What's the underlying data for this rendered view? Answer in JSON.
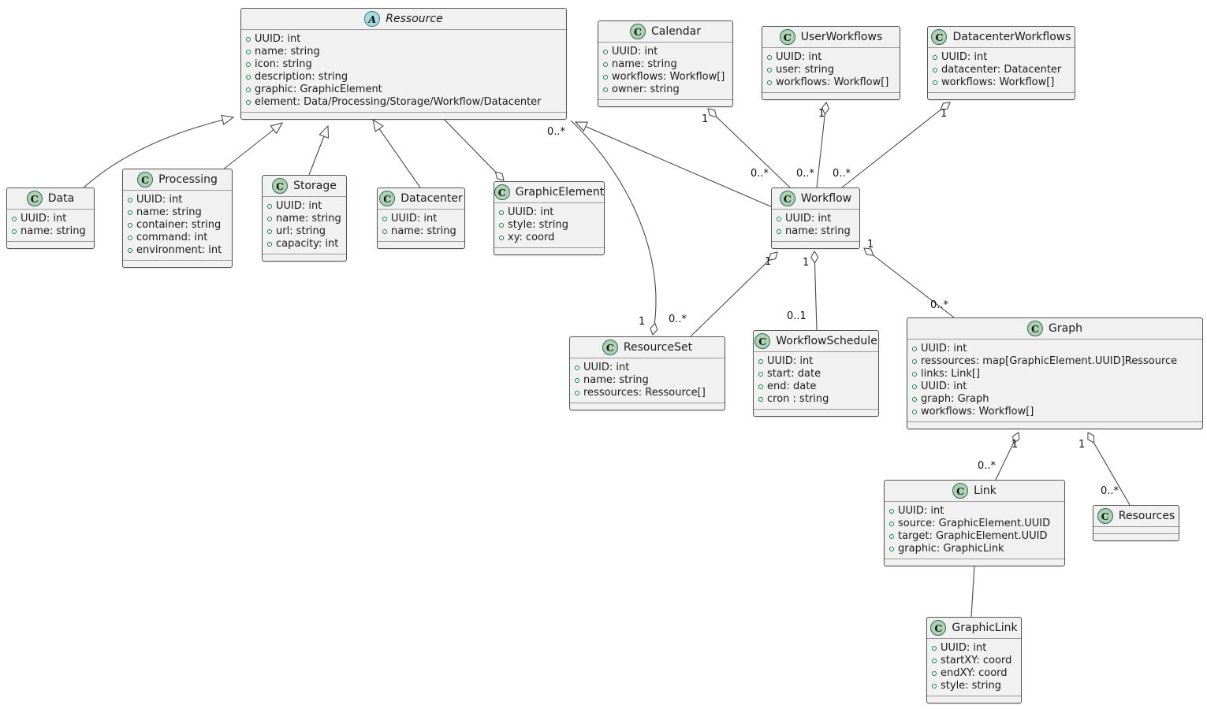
{
  "diagram": {
    "title": "UML class diagram — workflow / resource model",
    "colors": {
      "class_fill": "#f1f1f1",
      "box_border": "#555555",
      "edge_line": "#4a4a4a",
      "class_badge_fill": "#ADD1B2",
      "abstract_badge_fill": "#A9DCDF",
      "field_icon_green": "#038048"
    },
    "classes": [
      {
        "id": "ressource",
        "stereotype": "abstract",
        "badge": "A",
        "name": "Ressource",
        "attributes": [
          "UUID: int",
          "name: string",
          "icon: string",
          "description: string",
          "graphic: GraphicElement",
          "element: Data/Processing/Storage/Workflow/Datacenter"
        ]
      },
      {
        "id": "calendar",
        "stereotype": "class",
        "badge": "C",
        "name": "Calendar",
        "attributes": [
          "UUID: int",
          "name: string",
          "workflows: Workflow[]",
          "owner: string"
        ]
      },
      {
        "id": "userWorkflows",
        "stereotype": "class",
        "badge": "C",
        "name": "UserWorkflows",
        "attributes": [
          "UUID: int",
          "user: string",
          "workflows: Workflow[]"
        ]
      },
      {
        "id": "datacenterWorkflows",
        "stereotype": "class",
        "badge": "C",
        "name": "DatacenterWorkflows",
        "attributes": [
          "UUID: int",
          "datacenter: Datacenter",
          "workflows: Workflow[]"
        ]
      },
      {
        "id": "data",
        "stereotype": "class",
        "badge": "C",
        "name": "Data",
        "attributes": [
          "UUID: int",
          "name: string"
        ]
      },
      {
        "id": "processing",
        "stereotype": "class",
        "badge": "C",
        "name": "Processing",
        "attributes": [
          "UUID: int",
          "name: string",
          "container: string",
          "command: int",
          "environment: int"
        ]
      },
      {
        "id": "storage",
        "stereotype": "class",
        "badge": "C",
        "name": "Storage",
        "attributes": [
          "UUID: int",
          "name: string",
          "url: string",
          "capacity: int"
        ]
      },
      {
        "id": "datacenter",
        "stereotype": "class",
        "badge": "C",
        "name": "Datacenter",
        "attributes": [
          "UUID: int",
          "name: string"
        ]
      },
      {
        "id": "graphicElement",
        "stereotype": "class",
        "badge": "C",
        "name": "GraphicElement",
        "attributes": [
          "UUID: int",
          "style: string",
          "xy: coord"
        ]
      },
      {
        "id": "workflow",
        "stereotype": "class",
        "badge": "C",
        "name": "Workflow",
        "attributes": [
          "UUID: int",
          "name: string"
        ]
      },
      {
        "id": "resourceSet",
        "stereotype": "class",
        "badge": "C",
        "name": "ResourceSet",
        "attributes": [
          "UUID: int",
          "name: string",
          "ressources: Ressource[]"
        ]
      },
      {
        "id": "workflowSchedule",
        "stereotype": "class",
        "badge": "C",
        "name": "WorkflowSchedule",
        "attributes": [
          "UUID: int",
          "start: date",
          "end: date",
          "cron : string"
        ]
      },
      {
        "id": "graph",
        "stereotype": "class",
        "badge": "C",
        "name": "Graph",
        "attributes": [
          "UUID: int",
          "ressources: map[GraphicElement.UUID]Ressource",
          "links: Link[]",
          "UUID: int",
          "graph: Graph",
          "workflows: Workflow[]"
        ]
      },
      {
        "id": "link",
        "stereotype": "class",
        "badge": "C",
        "name": "Link",
        "attributes": [
          "UUID: int",
          "source: GraphicElement.UUID",
          "target: GraphicElement.UUID",
          "graphic: GraphicLink"
        ]
      },
      {
        "id": "resources",
        "stereotype": "class",
        "badge": "C",
        "name": "Resources",
        "attributes": []
      },
      {
        "id": "graphicLink",
        "stereotype": "class",
        "badge": "C",
        "name": "GraphicLink",
        "attributes": [
          "UUID: int",
          "startXY: coord",
          "endXY: coord",
          "style: string"
        ]
      }
    ],
    "edges": [
      {
        "id": "data-ressource",
        "from": "Data",
        "to": "Ressource",
        "type": "generalization",
        "labels": []
      },
      {
        "id": "processing-ressource",
        "from": "Processing",
        "to": "Ressource",
        "type": "generalization",
        "labels": []
      },
      {
        "id": "storage-ressource",
        "from": "Storage",
        "to": "Ressource",
        "type": "generalization",
        "labels": []
      },
      {
        "id": "datacenter-ressource",
        "from": "Datacenter",
        "to": "Ressource",
        "type": "generalization",
        "labels": []
      },
      {
        "id": "workflow-ressource",
        "from": "Workflow",
        "to": "Ressource",
        "type": "generalization",
        "labels": []
      },
      {
        "id": "ressource-graphicElement",
        "from": "Ressource",
        "to": "GraphicElement",
        "type": "aggregation",
        "labels": []
      },
      {
        "id": "resourceSet-ressource",
        "from": "ResourceSet",
        "to": "Ressource",
        "type": "aggregation",
        "labels": [
          {
            "text": "0..*"
          },
          {
            "text": "1"
          }
        ]
      },
      {
        "id": "calendar-workflow",
        "from": "Calendar",
        "to": "Workflow",
        "type": "aggregation",
        "labels": [
          {
            "text": "1"
          },
          {
            "text": "0..*"
          }
        ]
      },
      {
        "id": "userWorkflows-workflow",
        "from": "UserWorkflows",
        "to": "Workflow",
        "type": "aggregation",
        "labels": [
          {
            "text": "1"
          },
          {
            "text": "0..*"
          }
        ]
      },
      {
        "id": "datacenterWorkflows-workflow",
        "from": "DatacenterWorkflows",
        "to": "Workflow",
        "type": "aggregation",
        "labels": [
          {
            "text": "1"
          },
          {
            "text": "0..*"
          }
        ]
      },
      {
        "id": "workflow-resourceSet",
        "from": "Workflow",
        "to": "ResourceSet",
        "type": "aggregation",
        "labels": [
          {
            "text": "1"
          },
          {
            "text": "0..*"
          }
        ]
      },
      {
        "id": "workflow-workflowSchedule",
        "from": "Workflow",
        "to": "WorkflowSchedule",
        "type": "aggregation",
        "labels": [
          {
            "text": "1"
          },
          {
            "text": "0..1"
          }
        ]
      },
      {
        "id": "workflow-graph",
        "from": "Workflow",
        "to": "Graph",
        "type": "aggregation",
        "labels": [
          {
            "text": "1"
          },
          {
            "text": "0..*"
          }
        ]
      },
      {
        "id": "graph-link",
        "from": "Graph",
        "to": "Link",
        "type": "aggregation",
        "labels": [
          {
            "text": "1"
          },
          {
            "text": "0..*"
          }
        ]
      },
      {
        "id": "graph-resources",
        "from": "Graph",
        "to": "Resources",
        "type": "aggregation",
        "labels": [
          {
            "text": "1"
          },
          {
            "text": "0..*"
          }
        ]
      },
      {
        "id": "link-graphicLink",
        "from": "Link",
        "to": "GraphicLink",
        "type": "association",
        "labels": []
      }
    ]
  }
}
